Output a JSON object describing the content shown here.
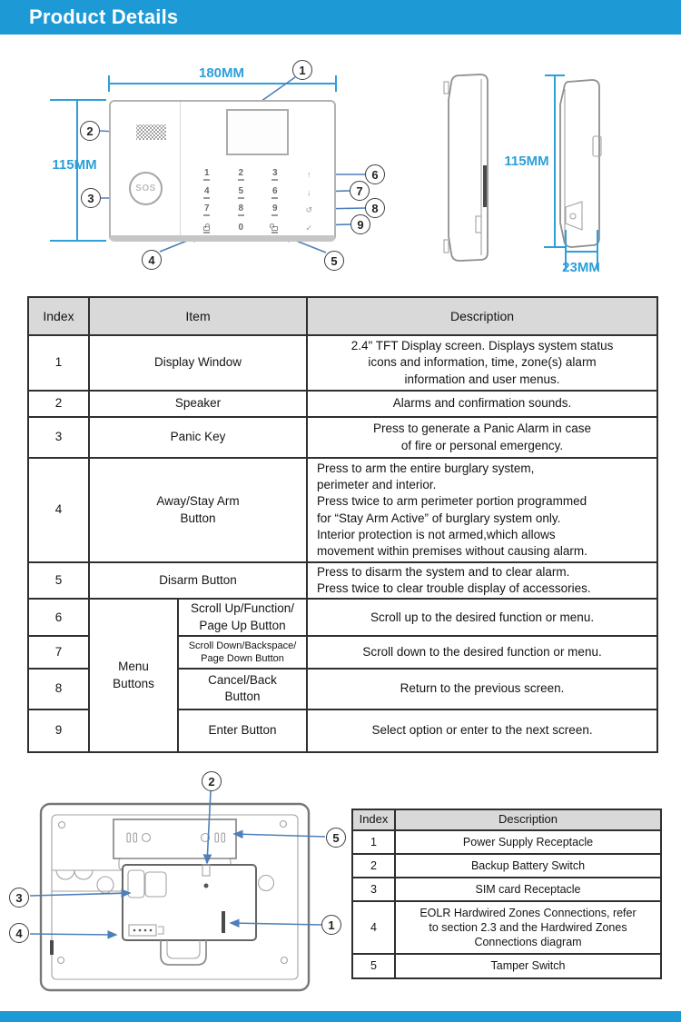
{
  "page": {
    "title": "Product Details"
  },
  "colors": {
    "accent": "#1d9ad6",
    "dim": "#2d9fd9",
    "arrow": "#4d7fba",
    "border": "#2f2f2f",
    "header_bg": "#d9d9d9",
    "line": "#8a8a8a"
  },
  "front_view": {
    "width_dim": "180MM",
    "height_dim": "115MM",
    "sos_label": "SOS",
    "callouts": [
      "1",
      "2",
      "3",
      "4",
      "5",
      "6",
      "7",
      "8",
      "9"
    ],
    "keypad": {
      "keys": [
        "1",
        "2",
        "3",
        "↑",
        "4",
        "5",
        "6",
        "↓",
        "7",
        "8",
        "9",
        "↺",
        "",
        "0",
        "",
        "✓"
      ],
      "icons": {
        "key_12": "away-arm-lock-icon",
        "key_14": "disarm-unlock-icon",
        "key_3": "scroll-up-icon",
        "key_7": "scroll-down-icon",
        "key_11": "cancel-back-icon",
        "key_15": "enter-check-icon"
      }
    }
  },
  "side_view": {
    "height_dim": "115MM",
    "depth_dim": "23MM"
  },
  "table1": {
    "headers": {
      "index": "Index",
      "item": "Item",
      "description": "Description"
    },
    "menu_group_label": "Menu\nButtons",
    "rows": [
      {
        "index": "1",
        "item": "Display Window",
        "desc": "2.4\" TFT Display screen. Displays system status\nicons and information, time, zone(s) alarm\ninformation and user menus."
      },
      {
        "index": "2",
        "item": "Speaker",
        "desc": "Alarms and confirmation sounds."
      },
      {
        "index": "3",
        "item": "Panic Key",
        "desc": "Press to generate a Panic Alarm in case\nof fire or personal emergency."
      },
      {
        "index": "4",
        "item": "Away/Stay Arm\nButton",
        "desc": "Press to arm the entire burglary system,\nperimeter and interior.\nPress twice to arm perimeter portion programmed\nfor “Stay Arm Active” of burglary system only.\nInterior protection is not armed,which allows\nmovement within premises without causing alarm."
      },
      {
        "index": "5",
        "item": "Disarm Button",
        "desc": "Press to disarm the system and to clear alarm.\nPress twice to clear trouble display of accessories."
      },
      {
        "index": "6",
        "item": "Scroll Up/Function/\nPage Up Button",
        "desc": "Scroll up to the desired function or menu."
      },
      {
        "index": "7",
        "item": "Scroll Down/Backspace/\nPage Down Button",
        "desc": "Scroll down to the desired function or menu."
      },
      {
        "index": "8",
        "item": "Cancel/Back\nButton",
        "desc": "Return to the previous screen."
      },
      {
        "index": "9",
        "item": "Enter Button",
        "desc": "Select option or enter to the next screen."
      }
    ]
  },
  "back_view": {
    "callouts": [
      "1",
      "2",
      "3",
      "4",
      "5"
    ]
  },
  "table2": {
    "headers": {
      "index": "Index",
      "description": "Description"
    },
    "rows": [
      {
        "index": "1",
        "desc": "Power Supply Receptacle"
      },
      {
        "index": "2",
        "desc": "Backup Battery Switch"
      },
      {
        "index": "3",
        "desc": "SIM card Receptacle"
      },
      {
        "index": "4",
        "desc": "EOLR Hardwired Zones Connections, refer\nto section 2.3 and the Hardwired Zones\nConnections diagram"
      },
      {
        "index": "5",
        "desc": "Tamper Switch"
      }
    ]
  }
}
